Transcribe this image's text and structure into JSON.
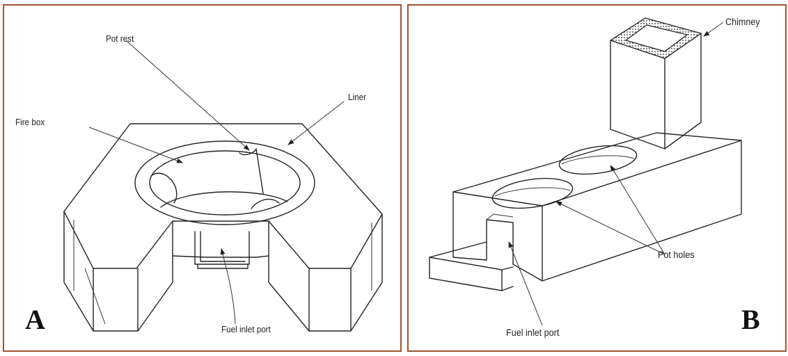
{
  "panel_a": {
    "letter": "A",
    "labels": {
      "pot_rest": "Pot rest",
      "liner": "Liner",
      "fire_box": "Fire box",
      "fuel_inlet_port": "Fuel inlet port"
    }
  },
  "panel_b": {
    "letter": "B",
    "labels": {
      "chimney": "Chimney",
      "pot_holes": "Pot holes",
      "fuel_inlet_port": "Fuel inlet port"
    }
  },
  "colors": {
    "frame": "#a0522d",
    "line": "#222222"
  }
}
